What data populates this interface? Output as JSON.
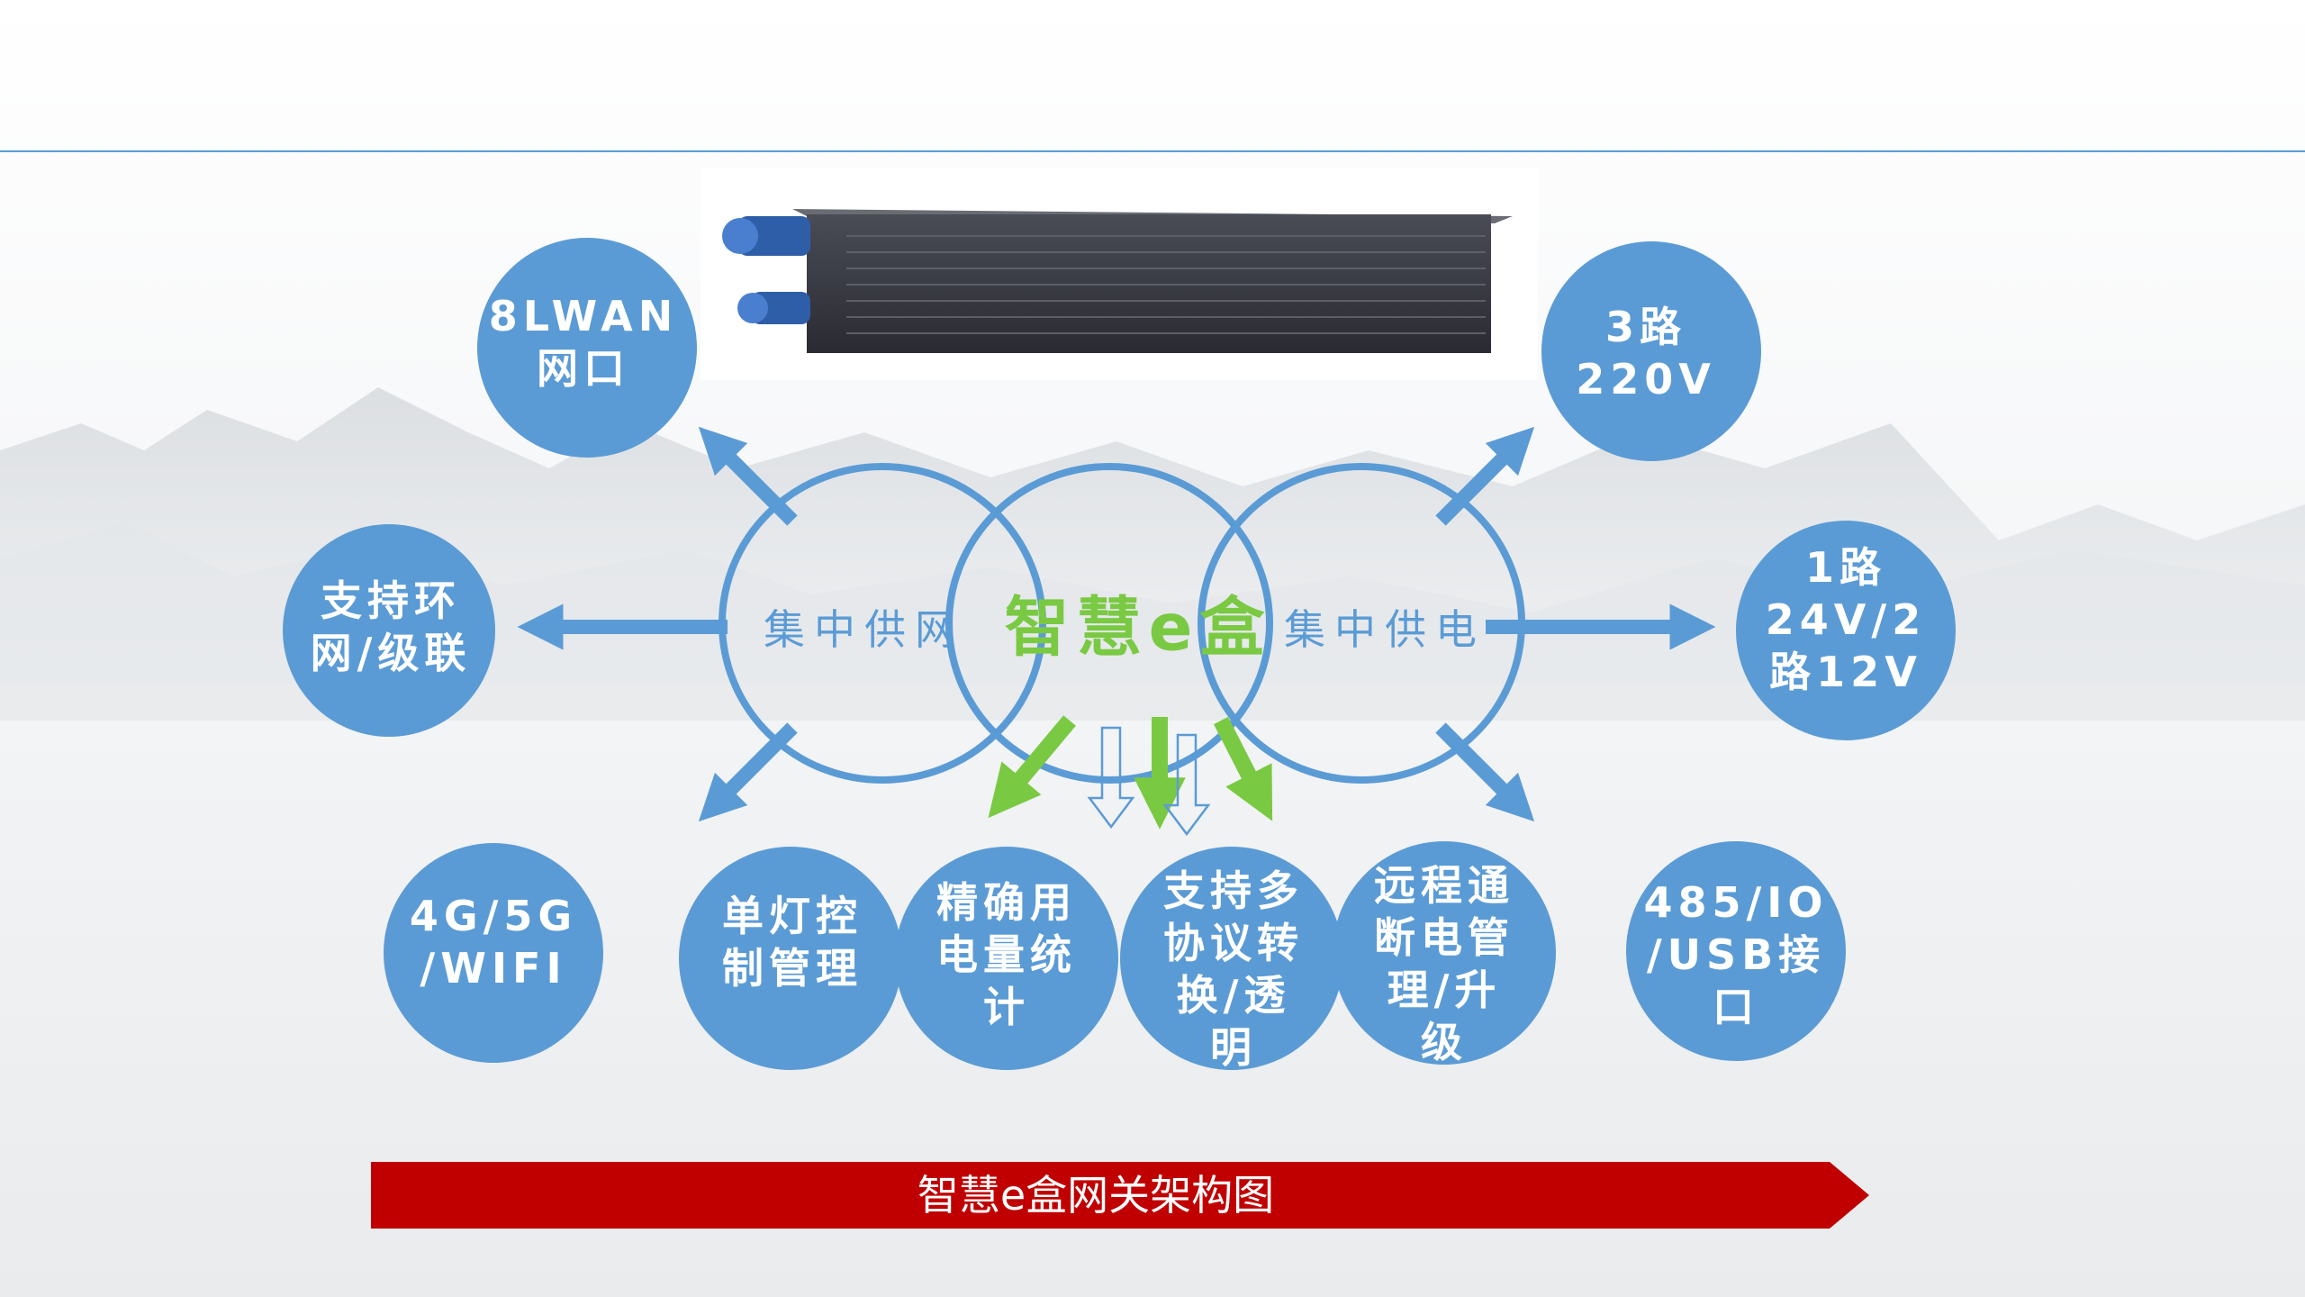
{
  "center_title": "智慧e盒",
  "rings": {
    "left": "集中供网",
    "right": "集中供电"
  },
  "nodes": {
    "lan": "8LWAN\n网口",
    "power_220": "3路\n220V",
    "ring_cascade": "支持环\n网/级联",
    "power_dc": "1路\n24V/2\n路12V",
    "cellular": "4G/5G\n/WIFI",
    "single_lamp": "单灯控\n制管理",
    "metering": "精确用\n电量统\n计",
    "protocol": "支持多\n协议转\n换/透\n明",
    "remote_power": "远程通\n断电管\n理/升\n级",
    "interfaces": "485/IO\n/USB接\n口"
  },
  "banner": {
    "caption": "智慧e盒网关架构图"
  },
  "colors": {
    "node_blue": "#5b9bd5",
    "arrow_green": "#7ac943",
    "banner_red": "#c00000",
    "header_line": "#5b9bd5"
  },
  "icons": {
    "device": "gateway-device-photo",
    "arrows": "arrow-icon"
  }
}
